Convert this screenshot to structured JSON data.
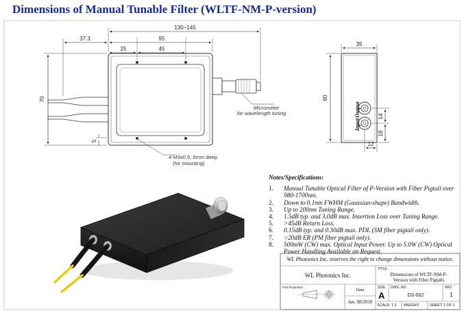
{
  "title": "Dimensions of Manual Tunable Filter (WLTF-NM-P-version)",
  "dimensions": {
    "overall_width": "130~145",
    "body_width": "95",
    "fiber_offset": "37.3",
    "hole_offset_a": "25",
    "hole_offset_b": "45",
    "height": "70",
    "fiber_bottom": "5",
    "side_width": "35",
    "side_height": "80",
    "port_spacing": "14",
    "port_bottom": "18",
    "port_right": "12"
  },
  "annotations": {
    "micrometer_line1": "Micrometer",
    "micrometer_line2": "for wavelength tuning",
    "mount_line1": "4-M3x0.5, 6mm deep",
    "mount_line2": "(for mounting)",
    "input_label": "Input",
    "output_label": "Output"
  },
  "notes": {
    "heading": "Notes/Specifications:",
    "items": [
      {
        "num": "1.",
        "text": "Manual Tunable Optical Filter of P-Version with Fiber Pigtail over 980-1700nm."
      },
      {
        "num": "2.",
        "text": "Down to 0.1nm FWHM (Gaussian-shape) Bandwidth."
      },
      {
        "num": "3.",
        "text": "Up to 200nm Tuning Range."
      },
      {
        "num": "4.",
        "text": "1.5dB typ. and 3.0dB max. Insertion Loss over Tuning Range."
      },
      {
        "num": "5.",
        "text": ">45dB Return Loss."
      },
      {
        "num": "6.",
        "text": "0.15dB typ. and 0.30dB max. PDL (SM fiber pigtail only)."
      },
      {
        "num": "7.",
        "text": ">20dB ER (PM fiber pigtail only)."
      },
      {
        "num": "8.",
        "text": "500mW (CW) max. Optical Input Power. Up to 5.0W (CW) Optical Power Handling Available on Request."
      }
    ]
  },
  "title_block": {
    "reserve_notice": "WL Photonics Inc. reserves the right to change dimensions without notice.",
    "company": "WL Photonics Inc.",
    "title_label": "TITLE:",
    "title_line1": "Dimensions of WLTF-NM-P-",
    "title_line2": "Version with Fiber Pigtails",
    "projection_label": "First Projection",
    "date_label": "Date",
    "date_value": "Jan. 08/2018",
    "size_label": "SIZE",
    "size_value": "A",
    "dwg_label": "DWG.  NO.",
    "dwg_value": "DS-002",
    "rev_label": "REV",
    "rev_value": "1",
    "scale": "SCALE: 1:1",
    "weight": "WEIGHT:",
    "sheet": "SHEET 1 OF 1"
  }
}
